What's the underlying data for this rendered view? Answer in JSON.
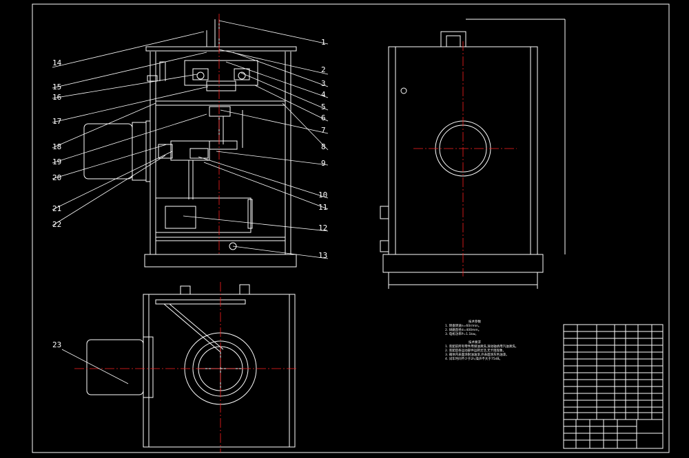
{
  "balloons_left": [
    {
      "label": "14"
    },
    {
      "label": "15"
    },
    {
      "label": "16"
    },
    {
      "label": "17"
    },
    {
      "label": "18"
    },
    {
      "label": "19"
    },
    {
      "label": "20"
    },
    {
      "label": "21"
    },
    {
      "label": "22"
    },
    {
      "label": "23"
    }
  ],
  "balloons_right": [
    {
      "label": "1"
    },
    {
      "label": "2"
    },
    {
      "label": "3"
    },
    {
      "label": "4"
    },
    {
      "label": "5"
    },
    {
      "label": "6"
    },
    {
      "label": "7"
    },
    {
      "label": "8"
    },
    {
      "label": "9"
    },
    {
      "label": "10"
    },
    {
      "label": "11"
    },
    {
      "label": "12"
    },
    {
      "label": "13"
    }
  ],
  "notes": {
    "heading1": "技术参数",
    "params": [
      "1. 转盘转速n=60r/min。",
      "2. 研磨直径d=400mm。",
      "3. 电机功率P=1.1kw。"
    ],
    "heading2": "技术要求",
    "reqs": [
      "1. 装配前所有零件用煤油清洗,滚动轴承用汽油清洗。",
      "2. 装配后各运动部件运转灵活,无卡阻现象。",
      "3. 箱体内表面涂耐油油漆,外表面涂灰色油漆。",
      "4. 试车时间不少于2h,噪声不大于75dB。"
    ]
  },
  "colors": {
    "line": "#ffffff",
    "center": "#ff2020",
    "background": "#000000"
  }
}
